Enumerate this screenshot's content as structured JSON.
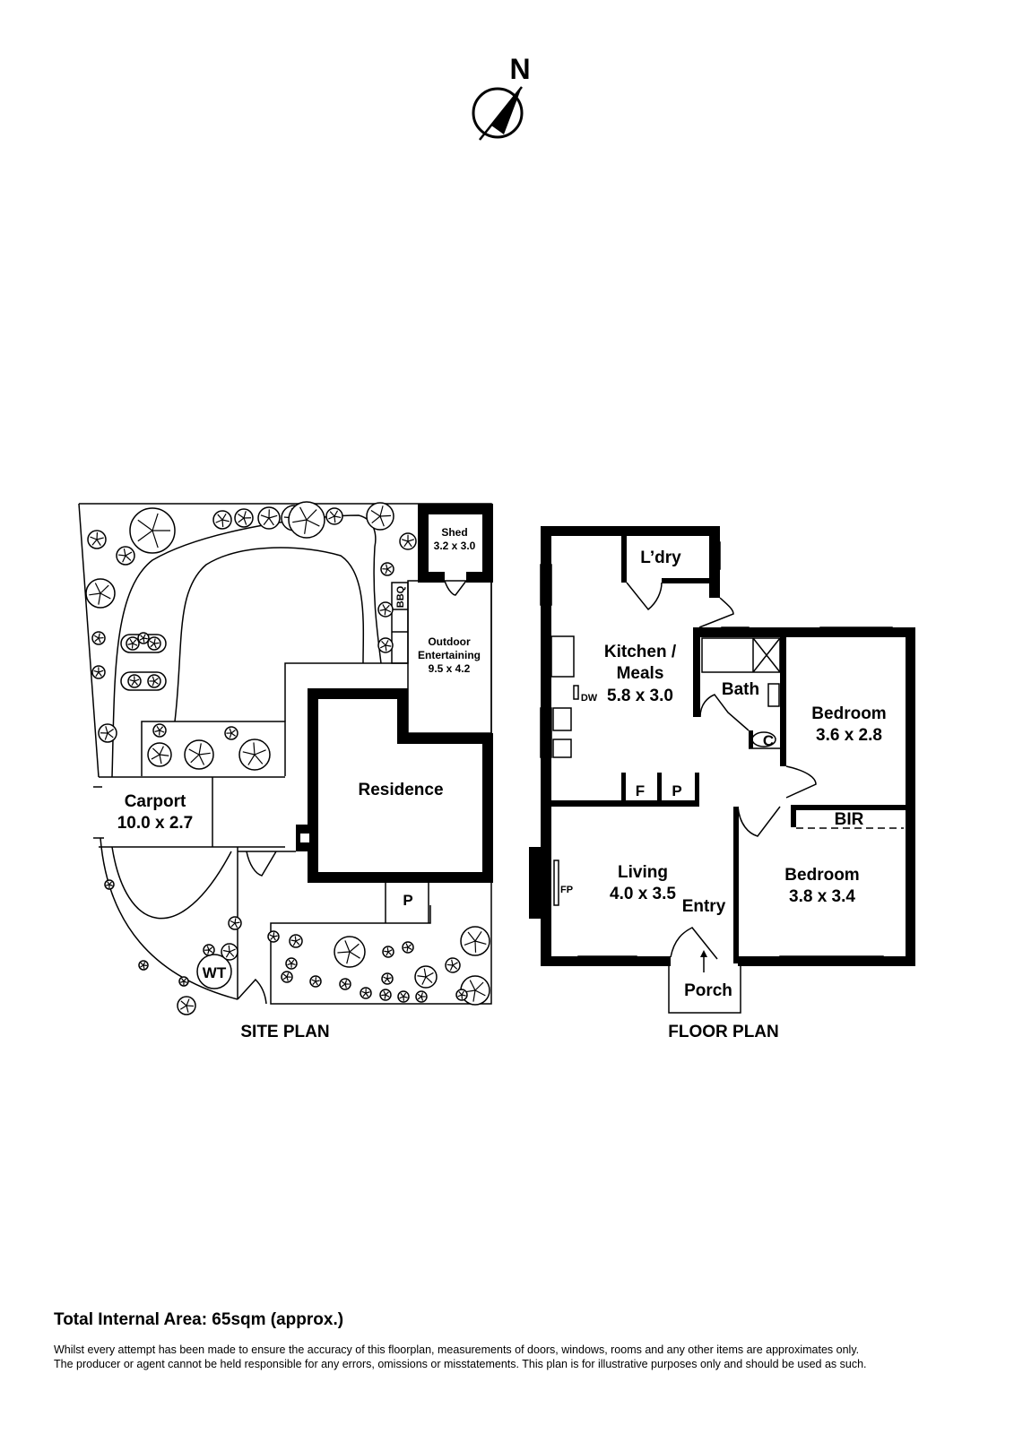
{
  "compass": {
    "label": "N"
  },
  "site_plan": {
    "title": "SITE PLAN",
    "shed": {
      "name": "Shed",
      "size": "3.2 x 3.0"
    },
    "bbq": "BBQ",
    "outdoor": {
      "name1": "Outdoor",
      "name2": "Entertaining",
      "size": "9.5 x 4.2"
    },
    "carport": {
      "name": "Carport",
      "size": "10.0 x 2.7"
    },
    "residence": "Residence",
    "p": "P",
    "wt": "WT"
  },
  "floor_plan": {
    "title": "FLOOR PLAN",
    "laundry": "L’dry",
    "kitchen": {
      "name1": "Kitchen /",
      "name2": "Meals",
      "size": "5.8 x 3.0"
    },
    "dw": "DW",
    "bath": "Bath",
    "c": "C",
    "bedroom1": {
      "name": "Bedroom",
      "size": "3.6 x 2.8"
    },
    "bir": "BIR",
    "f": "F",
    "p": "P",
    "living": {
      "name": "Living",
      "size": "4.0 x 3.5"
    },
    "fp": "FP",
    "entry": "Entry",
    "bedroom2": {
      "name": "Bedroom",
      "size": "3.8 x 3.4"
    },
    "porch": "Porch"
  },
  "footer": {
    "area": "Total Internal Area: 65sqm (approx.)",
    "disclaimer1": "Whilst every attempt has been made to ensure the accuracy of this floorplan, measurements of doors, windows, rooms and any other items are approximates only.",
    "disclaimer2": "The producer or agent cannot be held responsible for any errors, omissions or misstatements. This plan is for illustrative purposes only and should be used as such."
  }
}
